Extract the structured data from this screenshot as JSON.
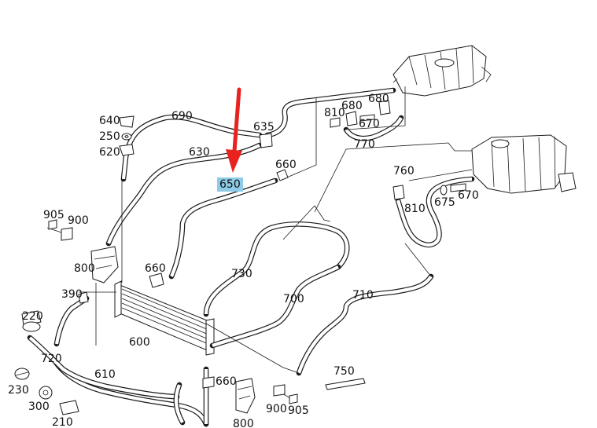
{
  "highlight_color": "#8ecbe6",
  "arrow_color": "#e8231f",
  "labels": {
    "l640": "640",
    "l250": "250",
    "l620": "620",
    "l690": "690",
    "l635": "635",
    "l630": "630",
    "l650": "650",
    "l660a": "660",
    "l810a": "810",
    "l680a": "680",
    "l680b": "680",
    "l670a": "670",
    "l770": "770",
    "l760": "760",
    "l810b": "810",
    "l675": "675",
    "l670b": "670",
    "l905a": "905",
    "l900a": "900",
    "l800a": "800",
    "l660b": "660",
    "l730": "730",
    "l390": "390",
    "l700": "700",
    "l710": "710",
    "l220": "220",
    "l600": "600",
    "l720": "720",
    "l610": "610",
    "l750": "750",
    "l660c": "660",
    "l230": "230",
    "l300": "300",
    "l210": "210",
    "l900b": "900",
    "l905b": "905",
    "l800b": "800"
  }
}
